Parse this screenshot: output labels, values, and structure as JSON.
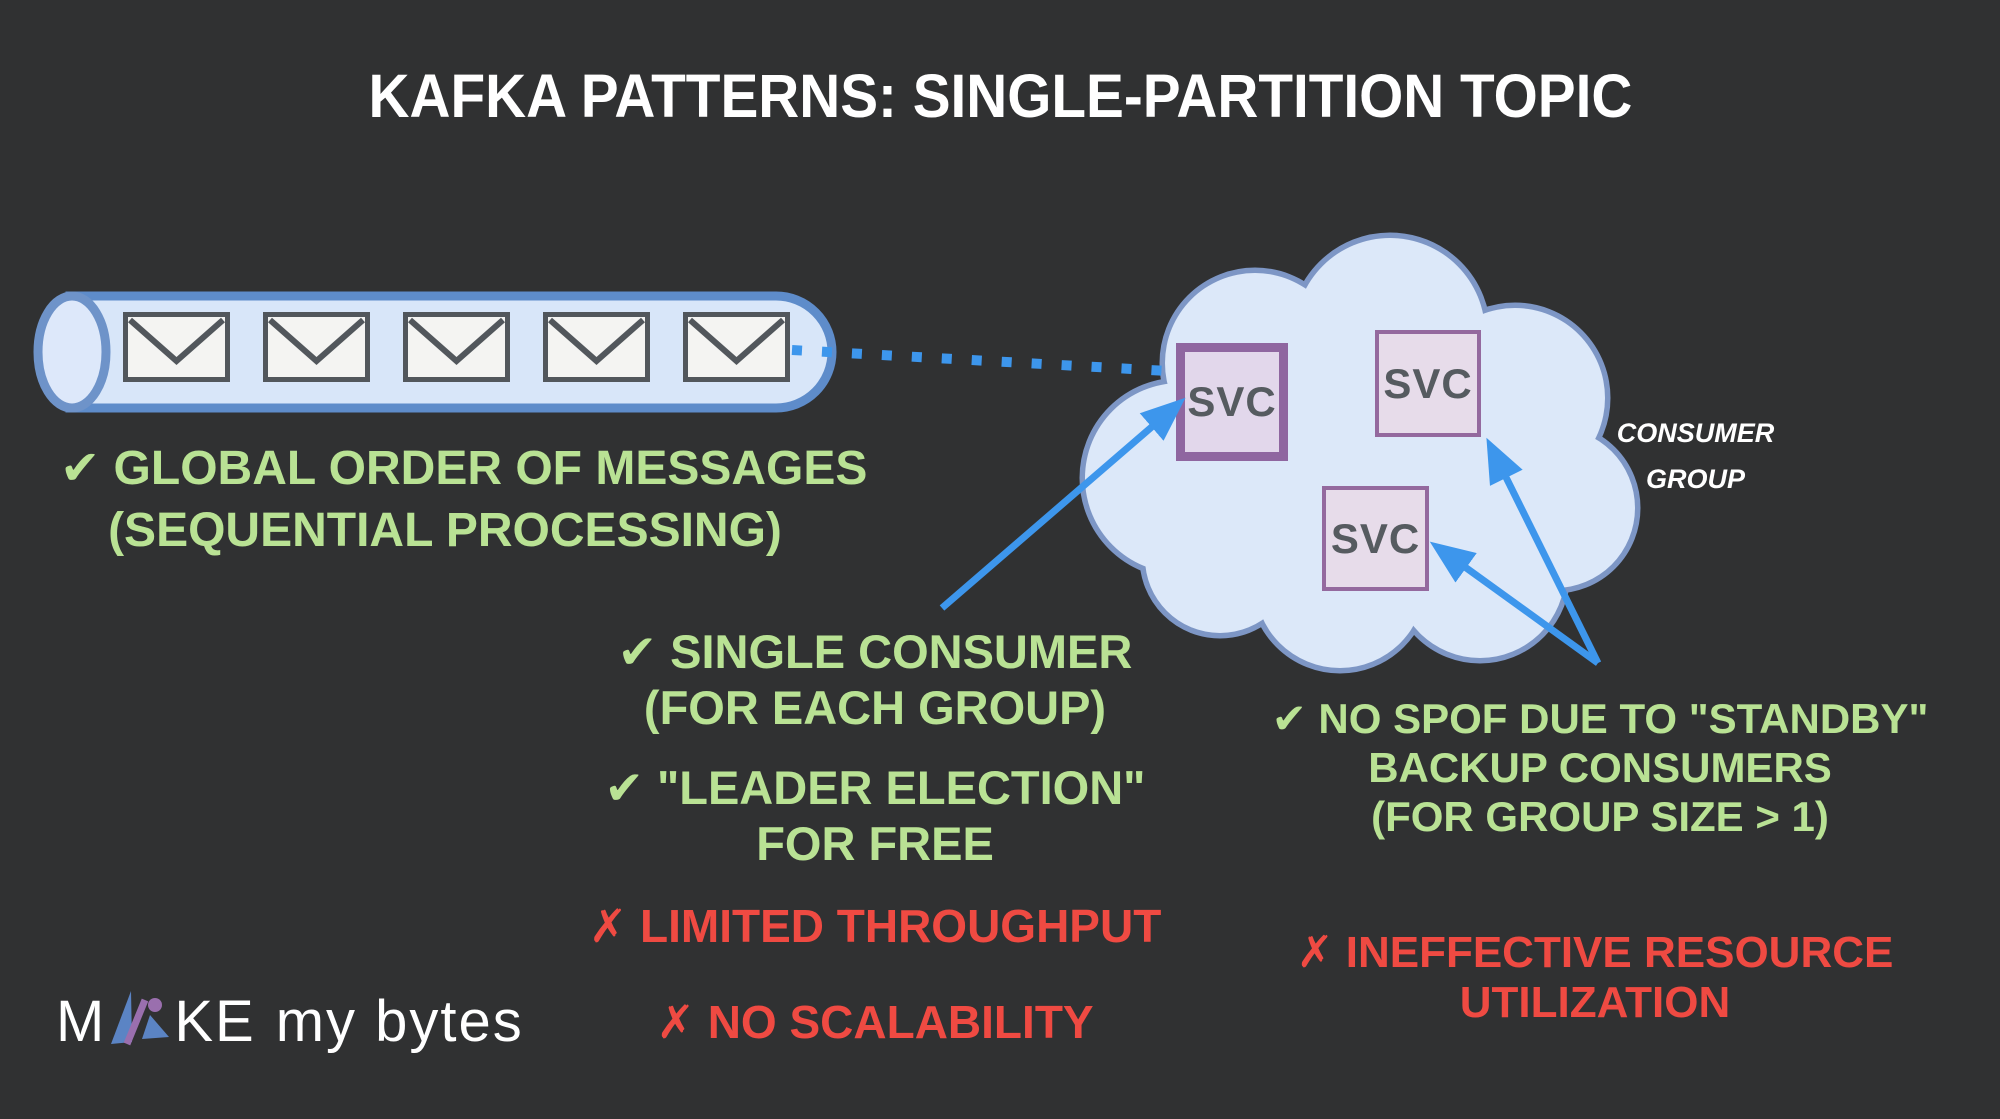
{
  "title": "KAFKA PATTERNS: SINGLE-PARTITION TOPIC",
  "pipe": {
    "envelope_count": 5
  },
  "cloud": {
    "services": [
      "SVC",
      "SVC",
      "SVC"
    ],
    "group_label": {
      "line1": "CONSUMER",
      "line2": "GROUP"
    }
  },
  "bullets": {
    "global_order": {
      "line1": "✔ GLOBAL ORDER OF MESSAGES",
      "line2": "(SEQUENTIAL PROCESSING)"
    },
    "single_consumer": {
      "line1": "✔ SINGLE CONSUMER",
      "line2": "(FOR EACH GROUP)"
    },
    "leader_election": {
      "line1": "✔ \"LEADER ELECTION\"",
      "line2": "FOR FREE"
    },
    "limited_throughput": {
      "line1": "✗ LIMITED THROUGHPUT"
    },
    "no_scalability": {
      "line1": "✗ NO SCALABILITY"
    },
    "no_spof": {
      "line1": "✔ NO SPOF DUE TO \"STANDBY\"",
      "line2": "BACKUP CONSUMERS",
      "line3": "(FOR GROUP SIZE > 1)"
    },
    "ineffective_resource": {
      "line1": "✗ INEFFECTIVE RESOURCE",
      "line2": "UTILIZATION"
    }
  },
  "logo": {
    "word_start": "M",
    "word_end": "KE",
    "tagline": "my bytes"
  },
  "colors": {
    "background": "#303132",
    "pro_green": "#b9e294",
    "con_red": "#ef4a42",
    "arrow_blue": "#3d96ec",
    "cloud_fill": "#dce8f9",
    "cloud_border": "#7d96c5",
    "pipe_fill": "#d8e6f9",
    "pipe_border": "#5e8cca",
    "envelope_fill": "#f4f4f2",
    "envelope_border": "#52575c",
    "svc_fill": "#e2d7eb",
    "svc_border": "#8f66a0",
    "text_white": "#ffffff"
  }
}
